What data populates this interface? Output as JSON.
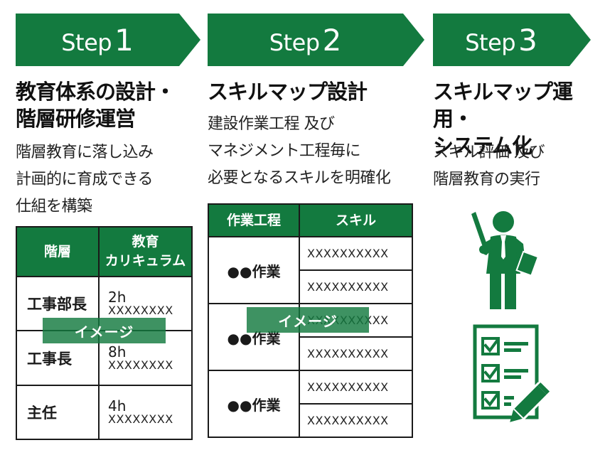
{
  "colors": {
    "green": "#137a3f",
    "text": "#1a1a1a"
  },
  "steps": [
    {
      "word": "Step",
      "number": "1",
      "title_lines": [
        "教育体系の設計・",
        "階層研修運営"
      ],
      "desc_lines": [
        "階層教育に落し込み",
        "計画的に育成できる",
        "仕組を構築"
      ]
    },
    {
      "word": "Step",
      "number": "2",
      "title_lines": [
        "スキルマップ設計"
      ],
      "desc_lines": [
        "建設作業工程 及び",
        "マネジメント工程毎に",
        "必要となるスキルを明確化"
      ]
    },
    {
      "word": "Step",
      "number": "3",
      "title_lines": [
        "スキルマップ運用・",
        "システム化"
      ],
      "desc_lines": [
        "スキル評価 及び",
        "階層教育の実行"
      ]
    }
  ],
  "curriculum_table": {
    "headers": [
      "階層",
      "教育\nカリキュラム"
    ],
    "rows": [
      {
        "level": "工事部長",
        "hours": "2h",
        "detail": "XXXXXXXX"
      },
      {
        "level": "工事長",
        "hours": "8h",
        "detail": "XXXXXXXX"
      },
      {
        "level": "主任",
        "hours": "4h",
        "detail": "XXXXXXXX"
      }
    ]
  },
  "skill_table": {
    "headers": [
      "作業工程",
      "スキル"
    ],
    "rows": [
      {
        "task": "●●作業",
        "skills": [
          "XXXXXXXXXX",
          "XXXXXXXXXX"
        ]
      },
      {
        "task": "●●作業",
        "skills": [
          "XXXXXXXXXX",
          "XXXXXXXXXX"
        ]
      },
      {
        "task": "●●作業",
        "skills": [
          "XXXXXXXXXX",
          "XXXXXXXXXX"
        ]
      }
    ]
  },
  "image_label": "イメージ",
  "icons": [
    "presenter-icon",
    "checklist-icon"
  ]
}
